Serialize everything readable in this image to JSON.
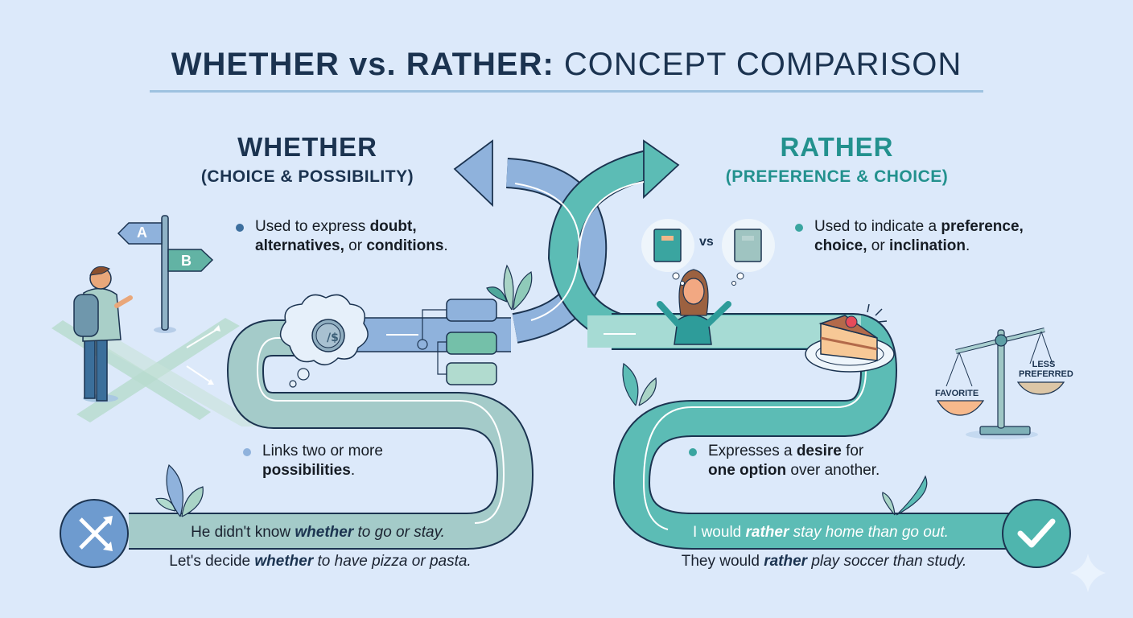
{
  "title": {
    "bold": "WHETHER vs. RATHER:",
    "light": "CONCEPT COMPARISON"
  },
  "whether": {
    "heading": "WHETHER",
    "subheading": "(CHOICE & POSSIBILITY)",
    "color": "#1b3350",
    "accent": "#8fb2dc",
    "bullets": [
      {
        "pre": "Used to express ",
        "b1": "doubt,",
        "mid1": " ",
        "b2": "alternatives,",
        "mid2": " or ",
        "b3": "conditions",
        "post": "."
      },
      {
        "pre": "Links two or more ",
        "b1": "possibilities",
        "post": "."
      }
    ],
    "examples": [
      {
        "pre": "He didn't know ",
        "keyword": "whether",
        "post": " to go or stay."
      },
      {
        "pre": "Let's decide ",
        "keyword": "whether",
        "post": " to have pizza or pasta."
      }
    ],
    "signpost": {
      "a": "A",
      "b": "B"
    },
    "icons": [
      "signpost-icon",
      "crossroads-icon",
      "coin-flip-thought-icon",
      "options-flowchart-icon",
      "crossing-arrows-icon"
    ]
  },
  "rather": {
    "heading": "RATHER",
    "subheading": "(PREFERENCE & CHOICE)",
    "color": "#23918e",
    "accent": "#5cbcb5",
    "bullets": [
      {
        "pre": "Used to indicate a ",
        "b1": "preference,",
        "mid1": " ",
        "b2": "choice,",
        "mid2": " or ",
        "b3": "inclination",
        "post": "."
      },
      {
        "pre": "Expresses a ",
        "b1": "desire",
        "mid1": " for ",
        "b2": "one option",
        "post": " over another."
      }
    ],
    "examples": [
      {
        "pre": "I would ",
        "keyword": "rather",
        "post": " stay home than go out."
      },
      {
        "pre": "They would ",
        "keyword": "rather",
        "post": " play soccer than study."
      }
    ],
    "vs_label": "vs",
    "scale": {
      "left": "FAVORITE",
      "right_line1": "LESS",
      "right_line2": "PREFERRED"
    },
    "icons": [
      "book-choice-icon",
      "person-thinking-icon",
      "cake-icon",
      "balance-scale-icon",
      "checkmark-icon"
    ]
  }
}
